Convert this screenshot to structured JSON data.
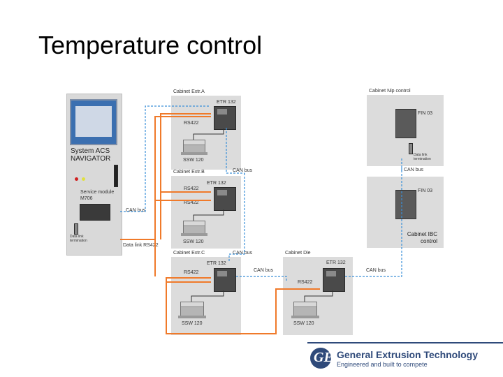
{
  "title": "Temperature control",
  "navigator": {
    "label": "System ACS NAVIGATOR",
    "service_module": "Service module",
    "service_model": "M706",
    "can_bus": "CAN bus",
    "termination": "Data link termination",
    "data_link": "Data link RS422"
  },
  "cabinet_a": {
    "title": "Cabinet Extr.A",
    "etr": "ETR 132",
    "rs422": "RS422",
    "ssw": "SSW 120"
  },
  "cabinet_b": {
    "title": "Cabinet Extr.B",
    "etr": "ETR 132",
    "rs422_1": "RS422",
    "rs422_2": "RS422",
    "ssw": "SSW 120",
    "can_bus": "CAN bus"
  },
  "cabinet_c": {
    "title": "Cabinet Extr.C",
    "etr": "ETR 132",
    "rs422": "RS422",
    "ssw": "SSW 120",
    "can_bus_top": "CAN bus",
    "can_bus_right": "CAN bus"
  },
  "cabinet_die": {
    "title": "Cabinet Die",
    "etr": "ETR 132",
    "rs422": "RS422",
    "ssw": "SSW 120",
    "can_bus": "CAN bus"
  },
  "cabinet_nip": {
    "title": "Cabinet Nip control",
    "fin": "FIN 03",
    "termination": "Data link termination",
    "can_bus": "CAN bus"
  },
  "cabinet_ibc": {
    "fin": "FIN 03",
    "title": "Cabinet IBC control"
  },
  "brand": {
    "name": "General Extrusion Technology",
    "tagline": "Engineered and built to compete",
    "logo_letters": "GE",
    "accent": "#2f4a7a"
  },
  "colors": {
    "rs422": "#f07a2a",
    "can_bus": "#3a8fd8",
    "panel": "#dcdcdc"
  }
}
